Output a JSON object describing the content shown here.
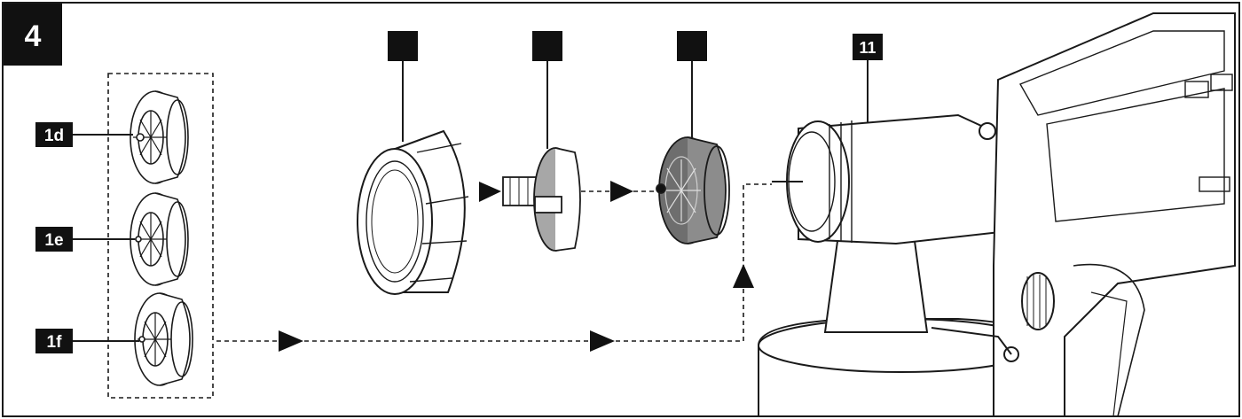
{
  "figure": {
    "step_number": "4",
    "labels": {
      "nozzle_1d": "1d",
      "nozzle_1e": "1e",
      "nozzle_1f": "1f",
      "housing_11": "11"
    }
  },
  "colors": {
    "line": "#1a1a1a",
    "label_bg": "#111111",
    "label_text": "#ffffff",
    "part_light": "#ffffff",
    "part_dark": "#6e6e6e"
  }
}
